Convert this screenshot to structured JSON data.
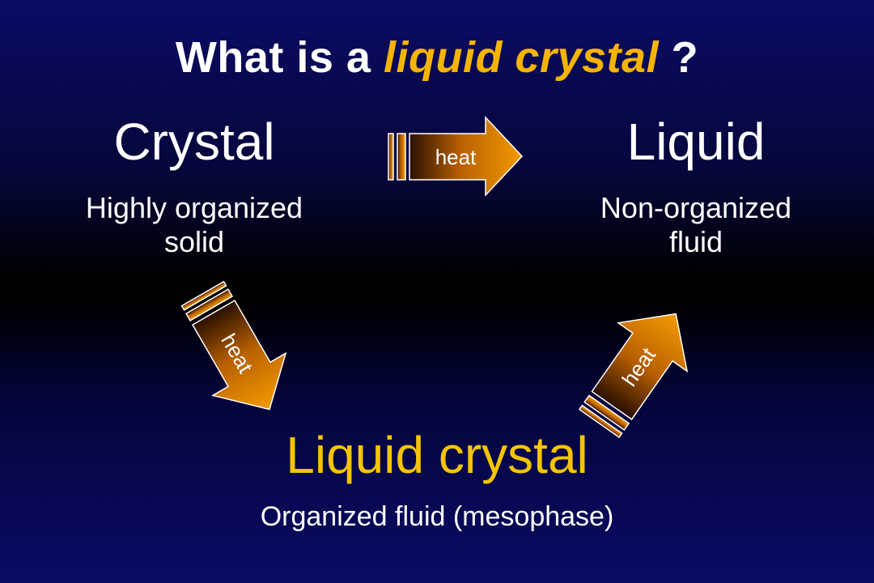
{
  "slide": {
    "title_prefix": "What is a ",
    "title_highlight": "liquid crystal",
    "title_suffix": " ?"
  },
  "states": {
    "crystal": {
      "name": "Crystal",
      "line1": "Highly organized",
      "line2": "solid"
    },
    "liquid": {
      "name": "Liquid",
      "line1": "Non-organized",
      "line2": "fluid"
    },
    "liquid_crystal": {
      "name": "Liquid crystal",
      "description": "Organized fluid (mesophase)"
    }
  },
  "arrows": {
    "top_label": "heat",
    "left_label": "heat",
    "right_label": "heat"
  },
  "colors": {
    "background_top": "#0b0b66",
    "background_middle": "#000000",
    "highlight": "#f5b400",
    "liquid_crystal_text": "#f5c400",
    "arrow_orange": "#f39200"
  }
}
